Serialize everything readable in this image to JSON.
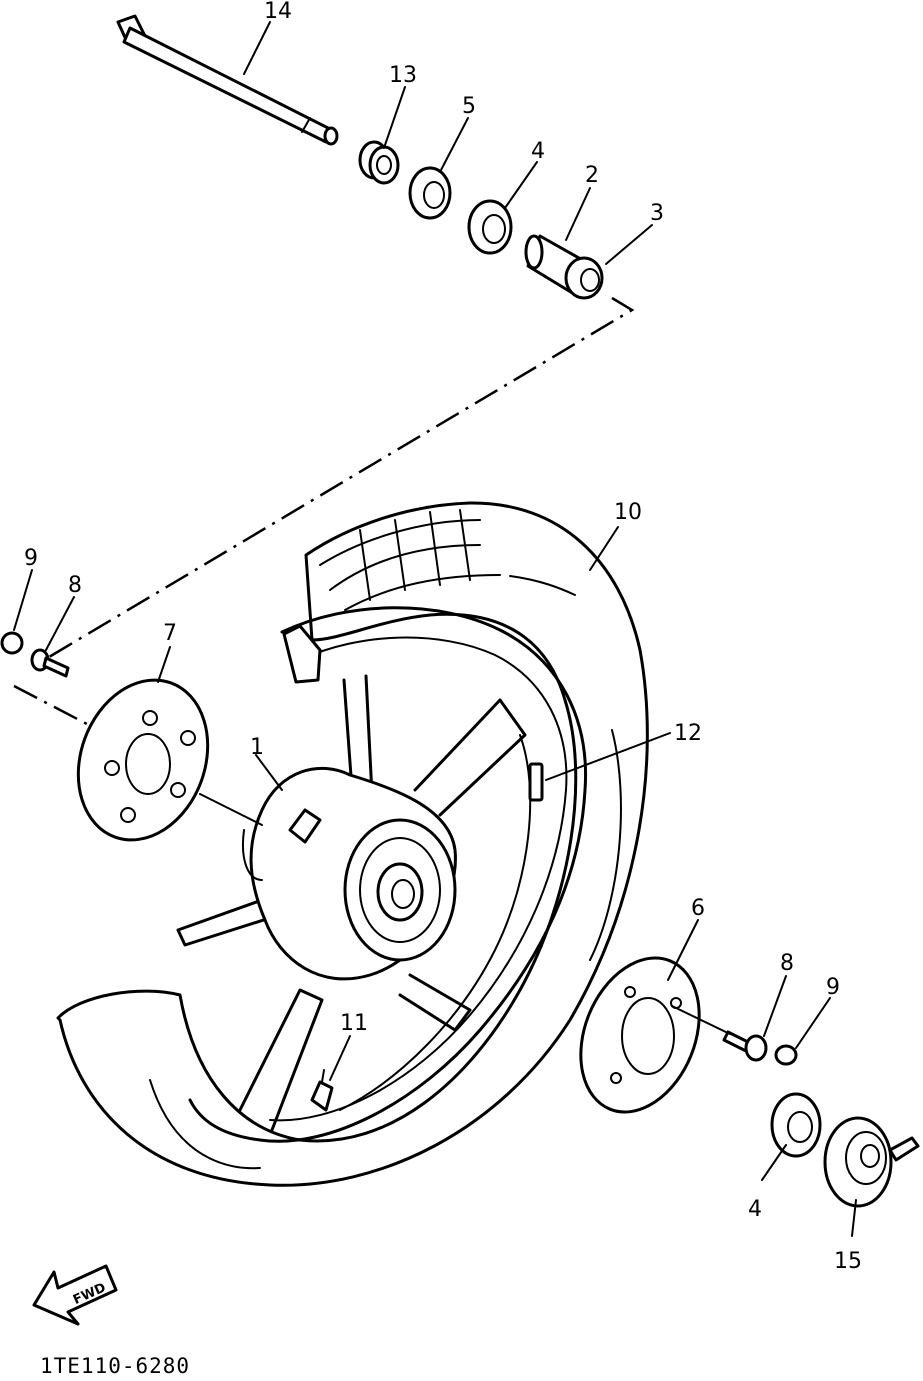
{
  "diagram": {
    "parts": [
      {
        "number": "14"
      },
      {
        "number": "13"
      },
      {
        "number": "5"
      },
      {
        "number": "4"
      },
      {
        "number": "2"
      },
      {
        "number": "3"
      },
      {
        "number": "10"
      },
      {
        "number": "9"
      },
      {
        "number": "8"
      },
      {
        "number": "7"
      },
      {
        "number": "1"
      },
      {
        "number": "12"
      },
      {
        "number": "6"
      },
      {
        "number": "8"
      },
      {
        "number": "9"
      },
      {
        "number": "11"
      },
      {
        "number": "4"
      },
      {
        "number": "15"
      }
    ],
    "direction_label": "FWD",
    "drawing_code": "1TE110-6280"
  }
}
